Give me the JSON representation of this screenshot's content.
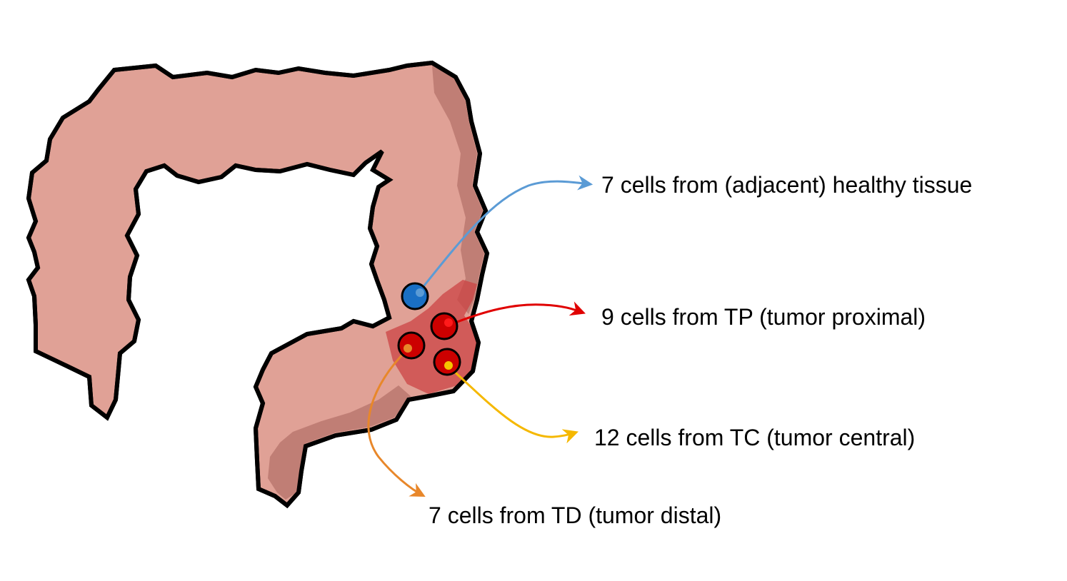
{
  "labels": {
    "healthy": "7 cells from (adjacent) healthy tissue",
    "tp": "9 cells from TP (tumor proximal)",
    "tc": "12 cells from TC (tumor central)",
    "td": "7 cells from TD (tumor distal)"
  },
  "colors": {
    "colon_fill": "#e0a196",
    "colon_shadow": "#c07e75",
    "outline": "#000000",
    "tumor_region": "#cc4444",
    "healthy_marker": "#1a6fc4",
    "tumor_marker": "#cc0000",
    "arrow_healthy": "#5b9bd5",
    "arrow_tp": "#e00000",
    "arrow_tc": "#f5b800",
    "arrow_td": "#e8872a"
  }
}
